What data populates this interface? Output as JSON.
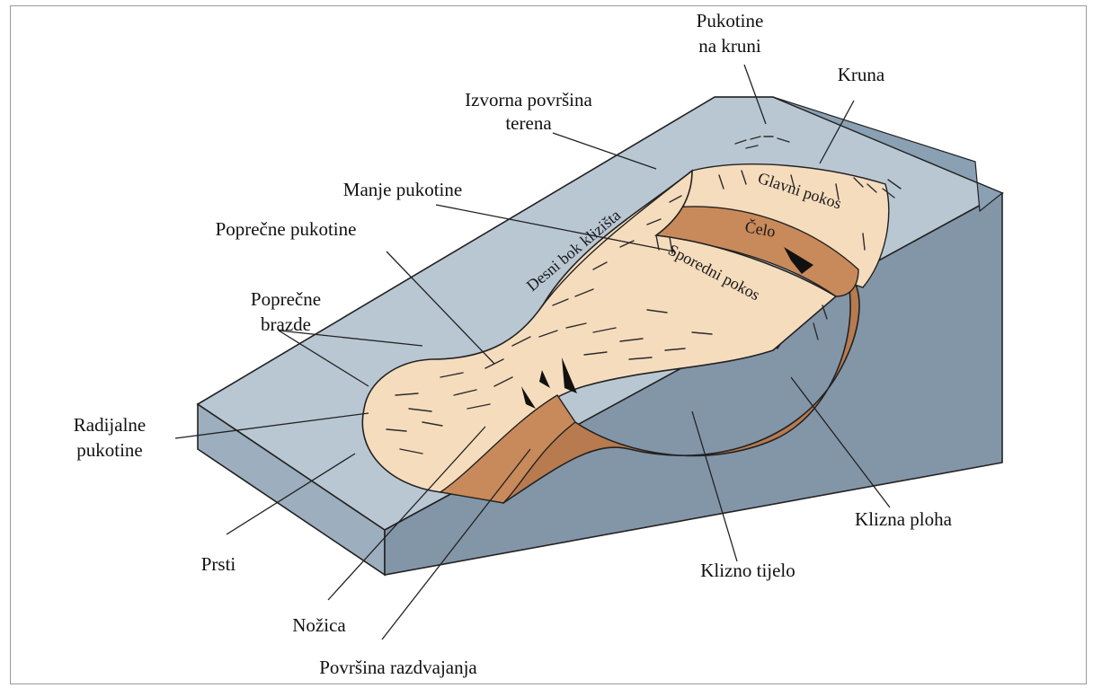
{
  "colors": {
    "top_surface": "#b9c7d3",
    "side_face": "#8396a8",
    "front_face": "#9daebe",
    "deposit_light": "#f5dcbd",
    "scarp_brown": "#c88a5a",
    "body_brown": "#b87a4f"
  },
  "labels": {
    "pukotine_na_kruni_1": "Pukotine",
    "pukotine_na_kruni_2": "na kruni",
    "kruna": "Kruna",
    "izvorna_1": "Izvorna površina",
    "izvorna_2": "terena",
    "manje_pukotine": "Manje pukotine",
    "poprecne_pukotine": "Poprečne pukotine",
    "poprecne_brazde_1": "Poprečne",
    "poprecne_brazde_2": "brazde",
    "radijalne_1": "Radijalne",
    "radijalne_2": "pukotine",
    "prsti": "Prsti",
    "nozica": "Nožica",
    "povrsina_razdvajanja": "Površina razdvajanja",
    "klizno_tijelo": "Klizno tijelo",
    "klizna_ploha": "Klizna ploha"
  },
  "inner_labels": {
    "desni_bok": "Desni bok klizišta",
    "glavni_pokos": "Glavni pokos",
    "celo": "Čelo",
    "sporedni_pokos": "Sporedni pokos"
  }
}
